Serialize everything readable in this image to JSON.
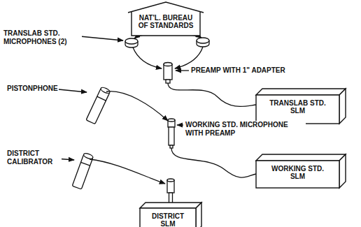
{
  "diagram": {
    "nodes": [
      {
        "text": [
          "NAT'L. BUREAU OF STANDARDS"
        ]
      },
      {
        "text": [
          "TRANSLAB STD. SLM"
        ]
      },
      {
        "text": [
          "WORKING STD. SLM"
        ]
      },
      {
        "text": [
          "DISTRICT SLM"
        ]
      }
    ],
    "labels": [
      "TRANSLAB STD. MICROPHONES (2)",
      "PREAMP WITH 1\" ADAPTER",
      "PISTONPHONE",
      "WORKING STD. MICROPHONE WITH PREAMP",
      "DISTRICT CALIBRATOR"
    ]
  }
}
